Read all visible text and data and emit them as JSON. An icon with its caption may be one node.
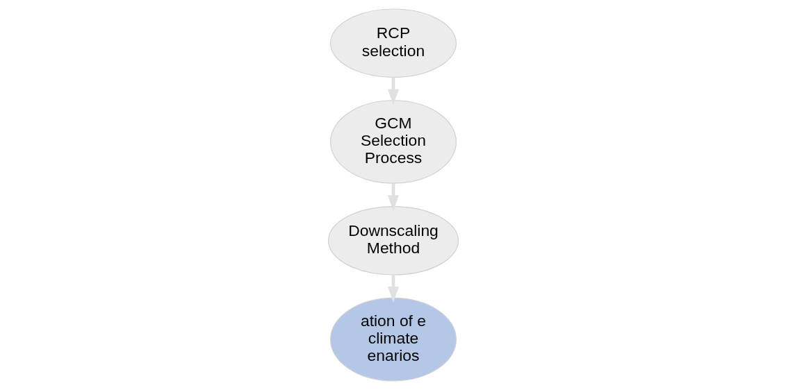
{
  "diagram": {
    "nodes": [
      {
        "text": [
          "RCP selection"
        ]
      },
      {
        "text": [
          "GCM Selection Process"
        ]
      },
      {
        "text": [
          "Downscaling Method"
        ]
      },
      {
        "text": [
          "ation of e climate enarios"
        ]
      }
    ],
    "edges": [
      {
        "from": 0,
        "to": 1,
        "arrow": "to"
      },
      {
        "from": 1,
        "to": 2,
        "arrow": "to"
      },
      {
        "from": 2,
        "to": 3,
        "arrow": "to"
      }
    ]
  }
}
